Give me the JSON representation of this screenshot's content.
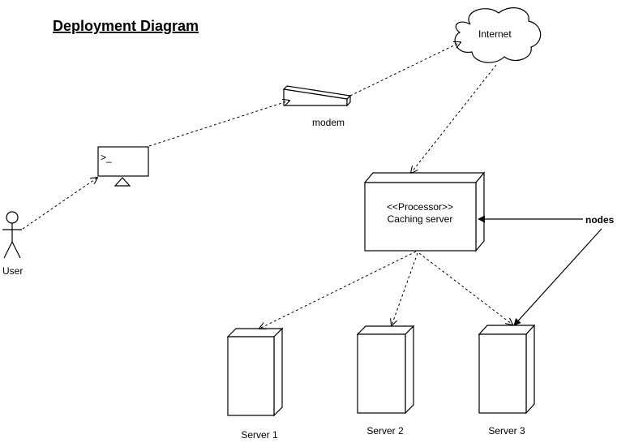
{
  "title": "Deployment Diagram",
  "actor": {
    "label": "User"
  },
  "terminal": {
    "prompt": ">_"
  },
  "modem": {
    "label": "modem"
  },
  "internet": {
    "label": "Internet"
  },
  "caching_server": {
    "stereotype": "<<Processor>>",
    "label": "Caching server"
  },
  "servers": [
    {
      "label": "Server 1"
    },
    {
      "label": "Server 2"
    },
    {
      "label": "Server 3"
    }
  ],
  "note": {
    "label": "nodes"
  },
  "colors": {
    "stroke": "#000000",
    "fill": "#ffffff",
    "background": "#ffffff"
  }
}
